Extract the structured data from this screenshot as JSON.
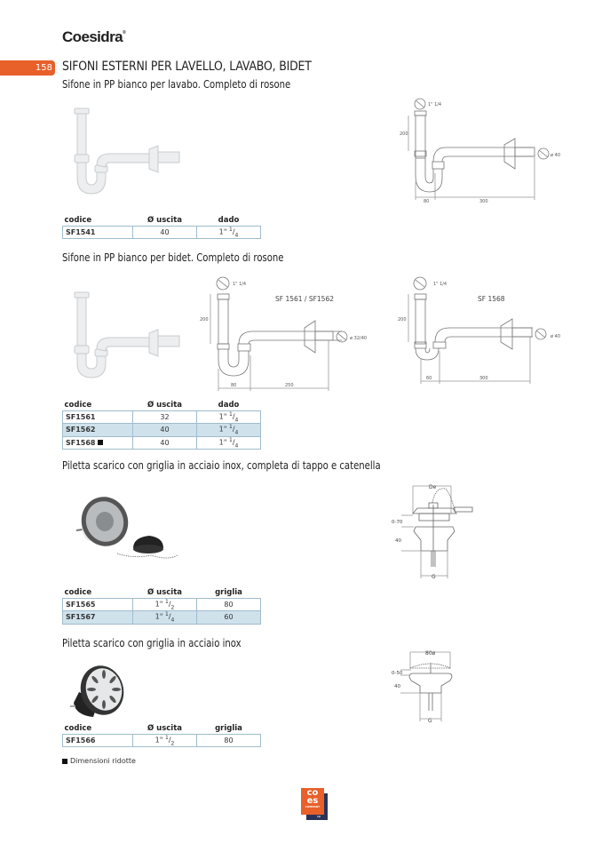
{
  "brand": "Coesidra",
  "brand_mark": "®",
  "page_number": "158",
  "page_title": "SIFONI ESTERNI PER LAVELLO, LAVABO, BIDET",
  "accent_color": "#e8602a",
  "table_border_color": "#9fbccd",
  "highlight_row_color": "#cfe2ec",
  "sections": [
    {
      "subtitle": "Sifone in PP bianco per lavabo. Completo di rosone",
      "drawing": {
        "thread_label": "1\" 1/4",
        "height_label": "200",
        "outlet_label": "ø 40",
        "dim_a": "80",
        "dim_b": "300"
      },
      "table": {
        "headers": [
          "codice",
          "Ø uscita",
          "dado"
        ],
        "rows": [
          {
            "codice": "SF1541",
            "uscita": "40",
            "col3_int": "1\"",
            "col3_num": "1",
            "col3_den": "4",
            "highlight": false
          }
        ]
      }
    },
    {
      "subtitle": "Sifone in PP bianco per bidet. Completo di rosone",
      "drawings": [
        {
          "model": "SF 1561 / SF1562",
          "thread_label": "1\" 1/4",
          "height_label": "200",
          "outlet_label": "ø 32/40",
          "dim_a": "80",
          "dim_b": "250"
        },
        {
          "model": "SF 1568",
          "thread_label": "1\" 1/4",
          "height_label": "200",
          "outlet_label": "ø 40",
          "dim_a": "60",
          "dim_b": "300"
        }
      ],
      "table": {
        "headers": [
          "codice",
          "Ø uscita",
          "dado"
        ],
        "rows": [
          {
            "codice": "SF1561",
            "uscita": "32",
            "col3_int": "1\"",
            "col3_num": "1",
            "col3_den": "4",
            "highlight": false
          },
          {
            "codice": "SF1562",
            "uscita": "40",
            "col3_int": "1\"",
            "col3_num": "1",
            "col3_den": "4",
            "highlight": true
          },
          {
            "codice": "SF1568",
            "uscita": "40",
            "col3_int": "1\"",
            "col3_num": "1",
            "col3_den": "4",
            "highlight": false,
            "reduced": true
          }
        ]
      }
    },
    {
      "subtitle": "Piletta scarico con griglia in acciaio inox, completa di tappo e catenella",
      "drawing": {
        "top_label": "De",
        "range_label": "0-70",
        "height_label": "40",
        "bottom_label": "G"
      },
      "table": {
        "headers": [
          "codice",
          "Ø uscita",
          "griglia"
        ],
        "rows": [
          {
            "codice": "SF1565",
            "uscita_int": "1\"",
            "uscita_num": "1",
            "uscita_den": "2",
            "col3": "80",
            "highlight": false
          },
          {
            "codice": "SF1567",
            "uscita_int": "1\"",
            "uscita_num": "1",
            "uscita_den": "4",
            "col3": "60",
            "highlight": true
          }
        ]
      }
    },
    {
      "subtitle": "Piletta scarico con griglia in acciaio inox",
      "drawing": {
        "top_label": "80ø",
        "range_label": "0-50",
        "height_label": "40",
        "bottom_label": "G"
      },
      "table": {
        "headers": [
          "codice",
          "Ø uscita",
          "griglia"
        ],
        "rows": [
          {
            "codice": "SF1566",
            "uscita_int": "1\"",
            "uscita_num": "1",
            "uscita_den": "2",
            "col3": "80",
            "highlight": false
          }
        ]
      }
    }
  ],
  "footnote": "Dimensioni ridotte",
  "footer_logo": {
    "line1": "co",
    "line2": "es",
    "tagline": "COMPANY",
    "badge": "sp"
  }
}
